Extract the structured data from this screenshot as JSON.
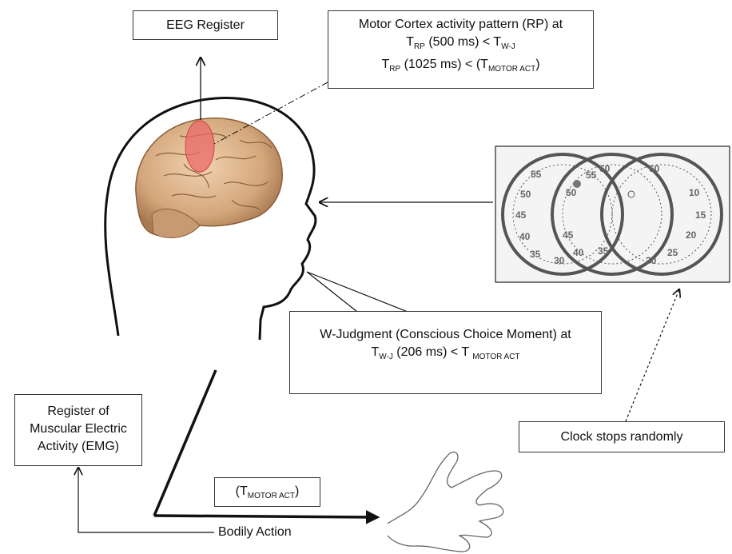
{
  "eeg_box": {
    "label": "EEG Register"
  },
  "rp_box": {
    "line1": "Motor Cortex activity pattern (RP) at",
    "line2_prefix": "T",
    "line2_sub": "RP",
    "line2_mid": " (500 ms) < T",
    "line2_sub2": "W-J",
    "line3_prefix": "T",
    "line3_sub": "RP",
    "line3_mid": " (1025 ms) < (T",
    "line3_sub2": "MOTOR ACT",
    "line3_end": ")"
  },
  "wj_box": {
    "line1": "W-Judgment (Conscious Choice Moment) at",
    "line2_prefix": "T",
    "line2_sub": "W-J",
    "line2_mid": " (206 ms) < T ",
    "line2_sub2": "MOTOR ACT"
  },
  "emg_box": {
    "line1": "Register  of",
    "line2": "Muscular Electric",
    "line3": "Activity (EMG)"
  },
  "motor_box": {
    "prefix": "(T",
    "sub": "MOTOR ACT",
    "end": ")"
  },
  "clock_box": {
    "label": "Clock stops randomly"
  },
  "bodily_action": {
    "label": "Bodily Action"
  },
  "clock_numbers": {
    "left": [
      "55",
      "50",
      "45",
      "40",
      "35",
      "30"
    ],
    "middle": [
      "60",
      "55",
      "50",
      "45",
      "40",
      "35"
    ],
    "right": [
      "60",
      "10",
      "15",
      "20",
      "25",
      "30"
    ]
  },
  "colors": {
    "brain": "#d9b48f",
    "rp_region": "#e86a6a",
    "line": "#111111"
  }
}
